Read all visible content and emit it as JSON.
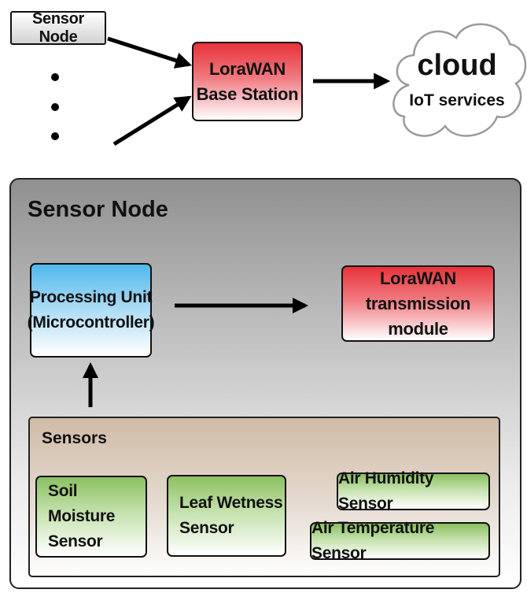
{
  "top": {
    "sensor_node_label": "Sensor Node",
    "base_station_label": "LoraWAN\nBase Station",
    "cloud_title": "cloud",
    "cloud_subtitle": "IoT services"
  },
  "sensor_node_panel": {
    "title": "Sensor Node",
    "processing_unit_label": "Processing Unit\n(Microcontroller)",
    "transmission_module_label": "LoraWAN\ntransmission module"
  },
  "sensors_panel": {
    "title": "Sensors",
    "items": [
      "Soil Moisture\nSensor",
      "Leaf Wetness\nSensor",
      "Air Humidity Sensor",
      "Air Temperature Sensor"
    ]
  },
  "colors": {
    "red_box": "#e8323a",
    "blue_box": "#4eb8ec",
    "green_box": "#8bc060",
    "sensors_panel": "#d0bba6",
    "node_panel": "#909090"
  }
}
